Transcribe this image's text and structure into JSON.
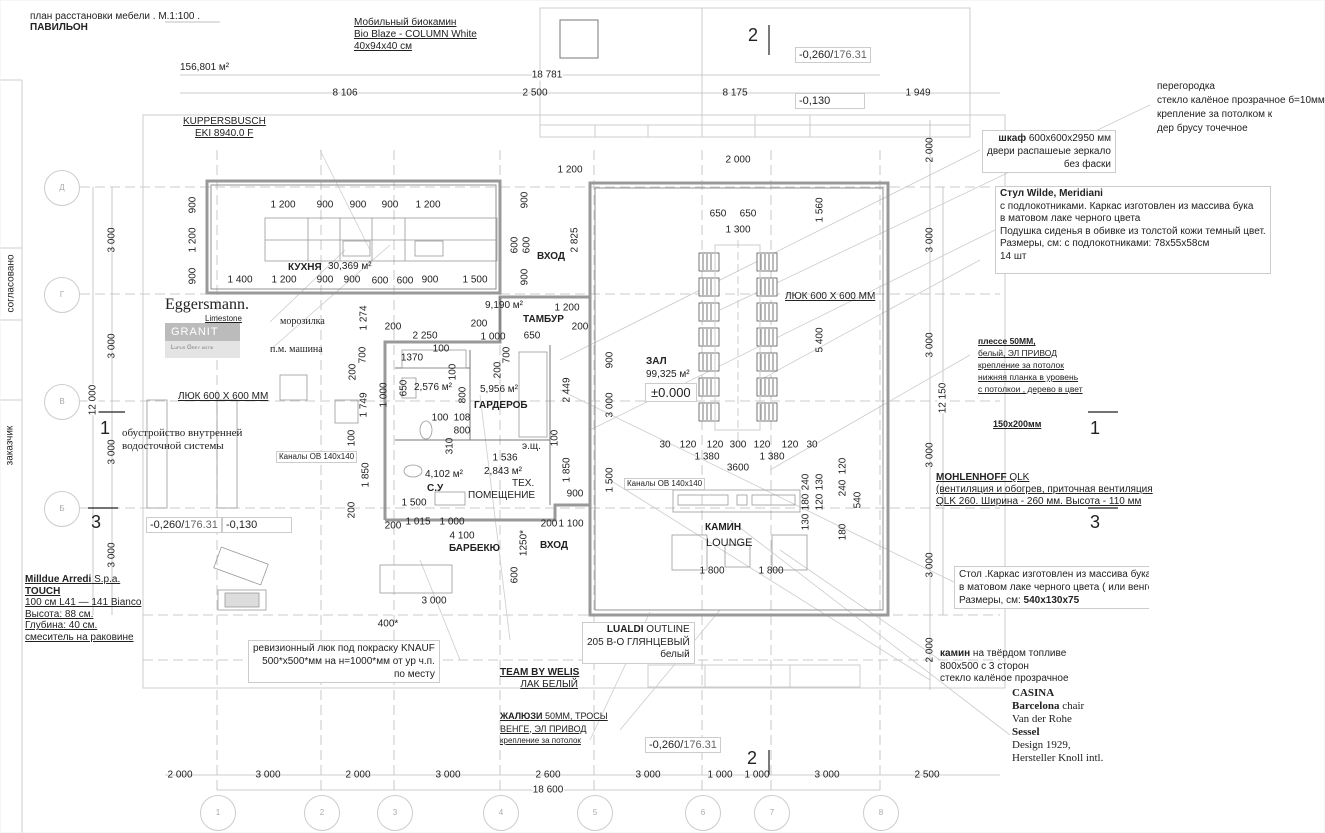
{
  "title": {
    "line1": "план расстановки мебели . М.1:100 .",
    "line2": "ПАВИЛЬОН"
  },
  "side_strip": {
    "approved": "согласовано",
    "customer": "заказчик"
  },
  "overall": {
    "area_total": "156,801 м²",
    "width_top": "18 781",
    "width_bottom": "18 600",
    "height_left": "12 000",
    "height_right": "12 150"
  },
  "levels": {
    "top_a": "-0,260/",
    "top_a_abs": "176.31",
    "top_b": "-0,130",
    "left_a": "-0,260/",
    "left_a_abs": "176.31",
    "left_b": "-0,130",
    "bottom_a": "-0,260/",
    "bottom_a_abs": "176.31",
    "hall_zero": "±0.000"
  },
  "section_marks": {
    "top": "2",
    "bottom": "2",
    "left_1": "1",
    "left_3": "3",
    "right_1": "1",
    "right_3": "3"
  },
  "grid_axes": {
    "columns": [
      "1",
      "2",
      "3",
      "4",
      "5",
      "6",
      "7",
      "8"
    ],
    "rows": [
      "Д",
      "Г",
      "В",
      "Б"
    ]
  },
  "rooms": {
    "kitchen": "КУХНЯ",
    "kitchen_area": "30,369 м²",
    "entry_top": "ВХОД",
    "vestibule": "ТАМБУР",
    "vestibule_area": "9,190 м²",
    "wardrobe": "ГАРДЕРОБ",
    "wardrobe_area": "5,956 м²",
    "small_area": "2,576 м²",
    "wc": "С.У",
    "wc_area": "4,102 м²",
    "tech_area": "2,843 м²",
    "tech_1": "ТЕХ.",
    "tech_2": "ПОМЕЩЕНИЕ",
    "panel": "э.щ.",
    "bbq": "БАРБЕКЮ",
    "entry_bottom": "ВХОД",
    "hall": "ЗАЛ",
    "hall_area": "99,325 м²",
    "fireplace": "КАМИН",
    "lounge": "LOUNGE"
  },
  "notes": {
    "biofire": [
      "Мобильный биокамин",
      "Bio Blaze - COLUMN White",
      "40x94x40 см"
    ],
    "kuppersbusch": [
      "KUPPERSBUSCH",
      "EKI 8940.0 F"
    ],
    "partition": [
      "перегородка",
      "стекло калёное прозрачное б=10мм",
      "крепление  за потолком к",
      "дер брусу точечное"
    ],
    "wardrobe_cabinet": {
      "bold": "шкаф",
      "rest": " 600x600x2950 мм",
      "line2": "двери распашеые зеркало",
      "line3": "без фаски"
    },
    "chair": {
      "title": "Стул Wilde, Meridiani",
      "lines": [
        "с подлокотниками. Каркас изготовлен из массива бука",
        "в матовом лаке  черного цвета",
        "Подушка сиденья в обивке из толстой кожи темный цвет.",
        "Размеры, см: с подлокотниками: 78x55x58см",
        "14 шт"
      ]
    },
    "eggersmann": {
      "brand": "Eggersmann.",
      "sub": "Limestone",
      "granit": "GRANIT",
      "granit_sub": "Lupus Grey antik"
    },
    "freezer": "морозилка",
    "dishwasher": "п.м. машина",
    "hatch_left": "ЛЮК 600 X 600 ММ",
    "hatch_right": "ЛЮК 600 X 600 ММ",
    "drainage": "обустройство внутренней водосточной системы",
    "channels_left": "Каналы ОВ 140x140",
    "channels_right": "Каналы ОВ 140x140",
    "milldue": {
      "brand": "Milldue Arredi",
      "suffix": " S.p.a.",
      "lines": [
        "TOUCH",
        "100 см L41 — 141 Bianco",
        "Высота: 88 см.",
        "Глубина: 40 см.",
        "смеситель на раковине"
      ]
    },
    "revision": [
      "ревизионный люк под покраску KNAUF",
      "500*x500*мм на н=1000*мм от ур ч.п.",
      "по месту"
    ],
    "lualdi": {
      "bold": "LUALDI",
      "rest": " OUTLINE",
      "line2": "205 B-O ГЛЯНЦЕВЫЙ",
      "line3": "белый"
    },
    "team": [
      "TEAM BY WELIS",
      "ЛАК БЕЛЫЙ"
    ],
    "blinds": {
      "bold": "ЖАЛЮЗИ",
      "rest": " 50ММ, ТРОСЫ",
      "line2": "ВЕНГЕ,  ЭЛ ПРИВОД",
      "line3": "крепление за потолок"
    },
    "pleated": [
      "плессе 50ММ,",
      "белый,  ЭЛ ПРИВОД",
      "крепление за потолок",
      "нижняя планка в уровень",
      "с потолкои , дерево в цвет"
    ],
    "grille": "150x200мм",
    "mohlenhoff": {
      "bold": "MOHLENHOFF",
      "rest": " QLK",
      "line2": "(вентиляция и обогрев, приточная вентиляция",
      "line3": "QLK 260. Ширина - 260 мм. Высота - 110 мм"
    },
    "table": {
      "line1": "Стол .Каркас изготовлен из массива бука",
      "line2": "в матовом лаке  черного цвета ( или венге",
      "line3_a": "Размеры, см:  ",
      "line3_b": "540x130x75"
    },
    "fireplace_note": {
      "bold": "камин",
      "rest": " на твёрдом топливе",
      "line2": "800x500 с 3 сторон",
      "line3": "стекло калёное прозрачное"
    },
    "casina": {
      "l1": "CASINA",
      "l2b": "Barcelona",
      "l2": " chair",
      "l3": "Van der Rohe",
      "l4": "Sessel",
      "l5": "Design 1929,",
      "l6": "Hersteller Knoll intl."
    }
  },
  "dims": {
    "top": [
      "8 106",
      "2 500",
      "8 175",
      "1 949",
      "1 200",
      "2 000"
    ],
    "kitchen_top": [
      "1 200",
      "900",
      "900",
      "900",
      "1 200"
    ],
    "kitchen_left": [
      "900",
      "1 200",
      "900"
    ],
    "kitchen_bottom": [
      "1 400",
      "1 200",
      "900",
      "900",
      "600",
      "600",
      "900",
      "1 500"
    ],
    "entry": [
      "900",
      "600",
      "600",
      "900",
      "2 825",
      "1 200"
    ],
    "service": [
      "1 274",
      "200",
      "200",
      "200",
      "2 250",
      "1 000",
      "650",
      "100",
      "1370",
      "700",
      "700",
      "200",
      "200",
      "650",
      "1 000",
      "800",
      "100",
      "1 749",
      "2 449",
      "100",
      "108",
      "800",
      "100",
      "100",
      "1 536",
      "1 850",
      "1 850",
      "1 500",
      "900",
      "200",
      "200",
      "1 015",
      "1 000",
      "200",
      "1 100",
      "4 100",
      "1250*",
      "600",
      "310"
    ],
    "hall": [
      "650",
      "650",
      "1 300",
      "1 560",
      "5 400",
      "900",
      "3 000",
      "1 500"
    ],
    "fireplace": [
      "30",
      "120",
      "120",
      "300",
      "120",
      "120",
      "30",
      "1 380",
      "1 380",
      "3600"
    ],
    "fireplace_side": [
      "240",
      "180",
      "130",
      "130",
      "120",
      "120",
      "240",
      "540",
      "180"
    ],
    "lounge": [
      "1 800",
      "1 800"
    ],
    "left": [
      "3 000",
      "3 000",
      "3 000",
      "3 000"
    ],
    "right": [
      "2 000",
      "3 000",
      "3 000",
      "3 000",
      "3 000",
      "2 000"
    ],
    "bottom": [
      "2 000",
      "3 000",
      "2 000",
      "3 000",
      "2 600",
      "3 000",
      "1 000",
      "1 000",
      "3 000",
      "2 500"
    ],
    "misc": [
      "3 000",
      "400*"
    ]
  }
}
